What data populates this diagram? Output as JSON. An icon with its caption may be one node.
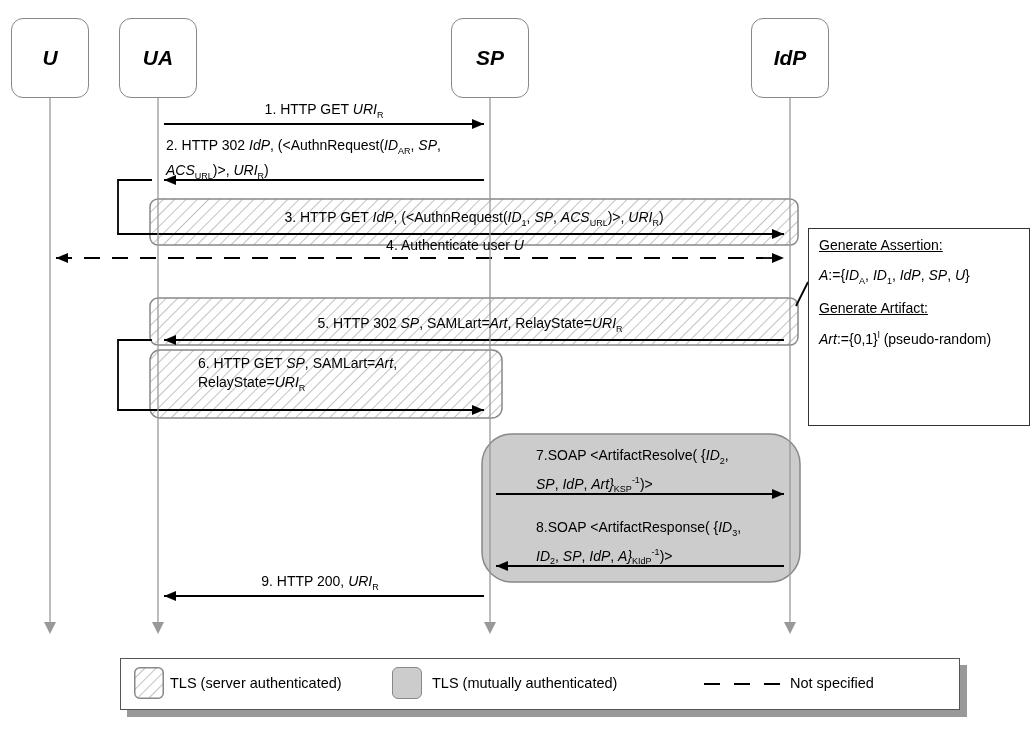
{
  "diagram": {
    "nodes": [
      {
        "text": [
          "U"
        ]
      },
      {
        "text": [
          "UA"
        ]
      },
      {
        "text": [
          "SP"
        ]
      },
      {
        "text": [
          "IdP"
        ]
      },
      {
        "text": [],
        "shape": "bar"
      },
      {
        "text": [],
        "shape": "bar"
      },
      {
        "text": [],
        "shape": "bar"
      },
      {
        "text": [],
        "shape": "bar"
      },
      {
        "text": [
          "Generate Assertion:",
          "*A*:={*ID*$_{A}$, *ID*$_{1}$, *IdP*, *SP*, *U*}",
          "Generate Artifact:",
          "*Art*:={0,1}$^{l}$ (pseudo-random)"
        ]
      }
    ],
    "edges": [
      {
        "from": 5,
        "to": 6,
        "arrow": "to",
        "label": "1. HTTP GET *URI*$_{R}$"
      },
      {
        "from": 6,
        "to": 5,
        "arrow": "to",
        "label": "2. HTTP 302 *IdP*, (<AuthnRequest(*ID*$_{AR}$, *SP*, *ACS*$_{URL}$)>, *URI*$_{R}$)"
      },
      {
        "from": 5,
        "to": 7,
        "arrow": "to",
        "label": "3. HTTP GET *IdP*, (<AuthnRequest(*ID*$_{1}$, *SP*, *ACS*$_{URL}$)>, *URI*$_{R}$)"
      },
      {
        "from": 4,
        "to": 7,
        "arrow": "both",
        "style": "dashed",
        "label": "4. Authenticate user *U*"
      },
      {
        "from": 7,
        "to": 5,
        "arrow": "to",
        "label": "5. HTTP 302 *SP*, SAMLart=*Art*, RelayState=*URI*$_{R}$"
      },
      {
        "from": 5,
        "to": 6,
        "arrow": "to",
        "label": "6. HTTP GET *SP*, SAMLart=*Art*, RelayState=*URI*$_{R}$"
      },
      {
        "from": 6,
        "to": 7,
        "arrow": "to",
        "label": "7.SOAP <ArtifactResolve( {*ID*$_{2}$, *SP*, *IdP*, *Art}*$_{K}$$_{SP}$$^{-1}$)>"
      },
      {
        "from": 7,
        "to": 6,
        "arrow": "to",
        "label": "8.SOAP <ArtifactResponse( {*ID*$_{3}$, *ID*$_{2}$, *SP*, *IdP*, *A}*$_{K}$$_{IdP}$$^{-1}$)>"
      },
      {
        "from": 6,
        "to": 5,
        "arrow": "to",
        "label": "9. HTTP 200, *URI*$_{R}$"
      },
      {
        "from": 8,
        "to": 7,
        "arrow": "none"
      }
    ],
    "legend": [
      {
        "text": "TLS (server authenticated)"
      },
      {
        "text": "TLS (mutually authenticated)",
        "color": "#cccccc"
      },
      {
        "text": "Not specified"
      }
    ]
  }
}
